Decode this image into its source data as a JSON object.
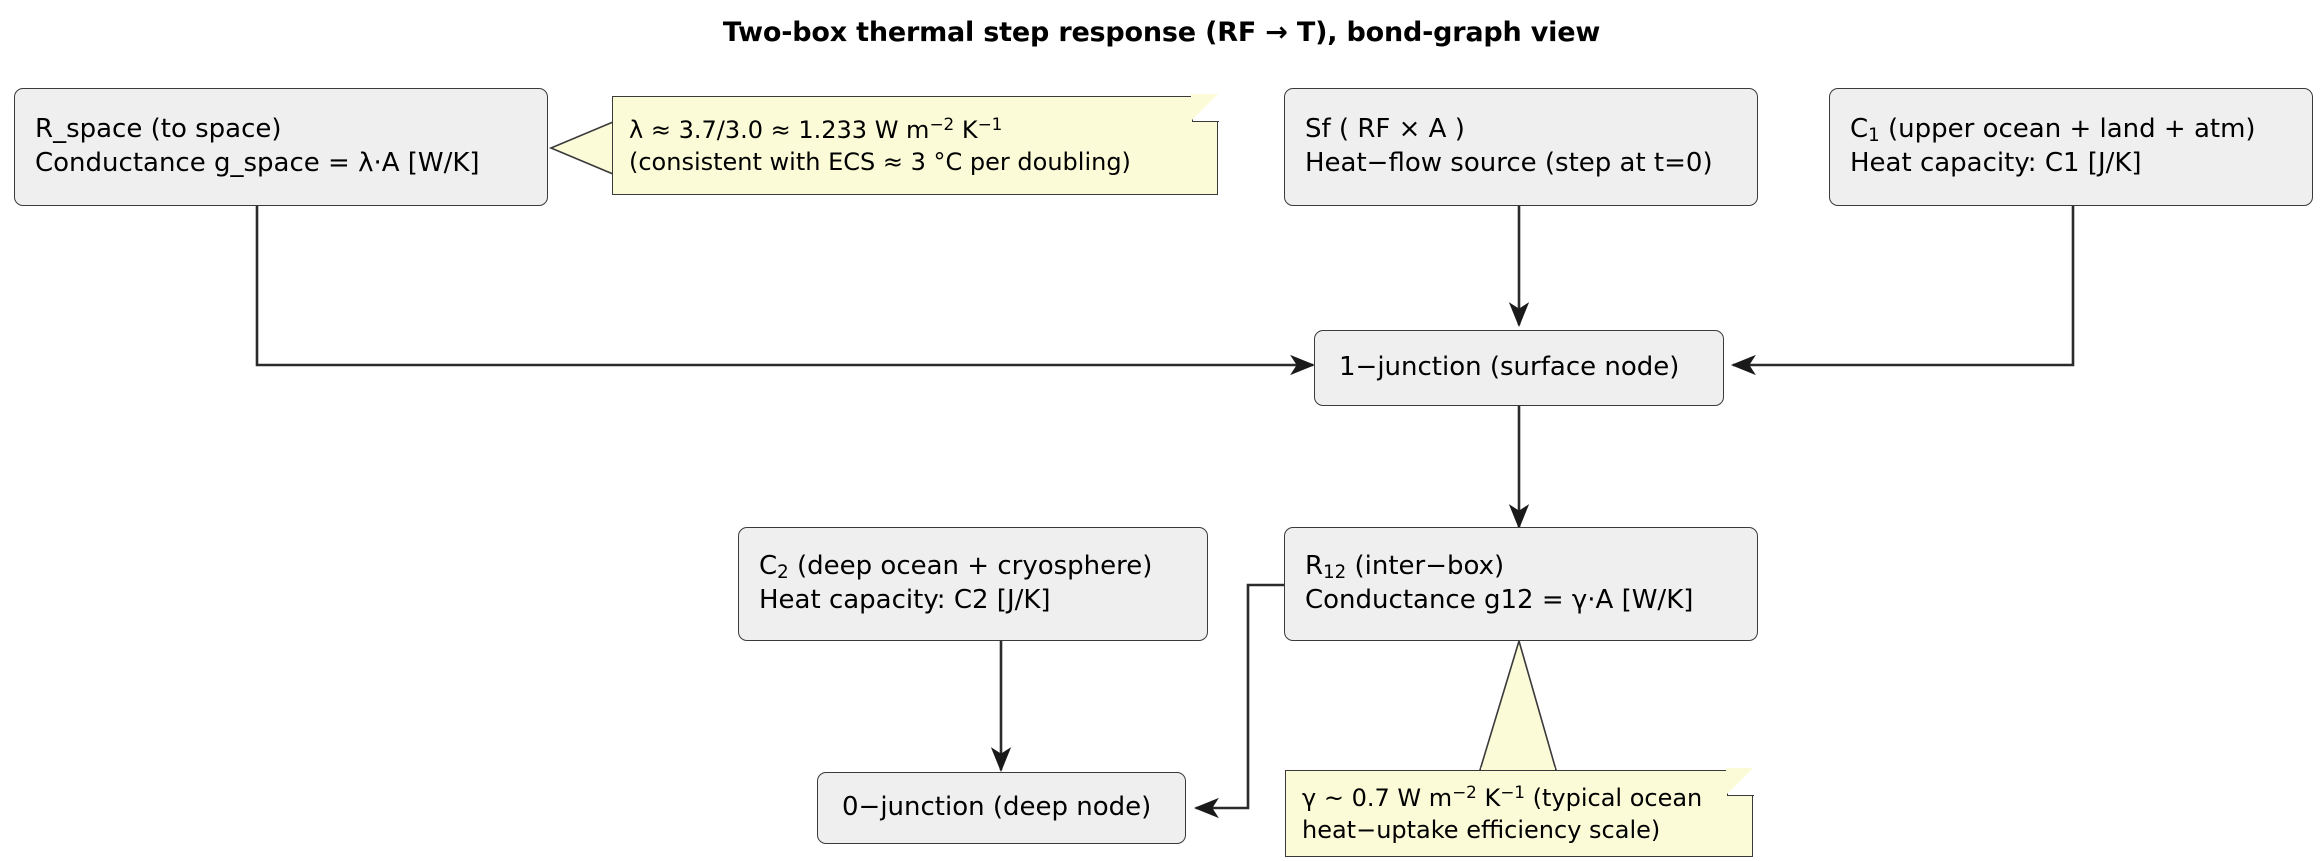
{
  "title": "Two-box thermal step response (RF → T), bond-graph view",
  "nodes": {
    "r_space": {
      "line1": "R_space  (to space)",
      "line2": "Conductance g_space = λ·A  [W/K]"
    },
    "sf_source": {
      "line1": "Sf  ( RF × A )",
      "line2": "Heat−flow source (step at t=0)"
    },
    "c1": {
      "line1_pre": "C",
      "line1_sub": "1",
      "line1_post": "  (upper ocean + land + atm)",
      "line2": "Heat capacity: C1 [J/K]"
    },
    "one_junction": {
      "label": "1−junction (surface node)"
    },
    "c2": {
      "line1_pre": "C",
      "line1_sub": "2",
      "line1_post": "  (deep ocean + cryosphere)",
      "line2": "Heat capacity: C2 [J/K]"
    },
    "r12": {
      "line1_pre": "R",
      "line1_sub": "12",
      "line1_post": "  (inter−box)",
      "line2": "Conductance g12 = γ·A  [W/K]"
    },
    "zero_junction": {
      "label": "0−junction (deep node)"
    }
  },
  "notes": {
    "lambda_note": {
      "line1_pre": "λ ≈ 3.7/3.0 ≈ 1.233 W m",
      "line1_sup1": "−2",
      "line1_mid": " K",
      "line1_sup2": "−1",
      "line2": "(consistent with ECS ≈ 3 °C per doubling)"
    },
    "gamma_note": {
      "line1_pre": "γ ~ 0.7 W m",
      "line1_sup1": "−2",
      "line1_mid": " K",
      "line1_sup2": "−1",
      "line1_post": " (typical ocean",
      "line2": "heat−uptake efficiency scale)"
    }
  },
  "colors": {
    "node_fill": "#efefef",
    "node_stroke": "#3a3a3a",
    "note_fill": "#fbfbd8",
    "edge": "#2b2b2b",
    "background": "#ffffff"
  },
  "edges": [
    {
      "name": "r-space-to-1-junction",
      "from": "r_space",
      "to": "one_junction",
      "arrow": true
    },
    {
      "name": "sf-to-1-junction",
      "from": "sf_source",
      "to": "one_junction",
      "arrow": true
    },
    {
      "name": "c1-to-1-junction",
      "from": "c1",
      "to": "one_junction",
      "arrow": true
    },
    {
      "name": "1-junction-to-r12",
      "from": "one_junction",
      "to": "r12",
      "arrow": true
    },
    {
      "name": "c2-to-0-junction",
      "from": "c2",
      "to": "zero_junction",
      "arrow": true
    },
    {
      "name": "r12-to-0-junction",
      "from": "r12",
      "to": "zero_junction",
      "arrow": true
    }
  ]
}
